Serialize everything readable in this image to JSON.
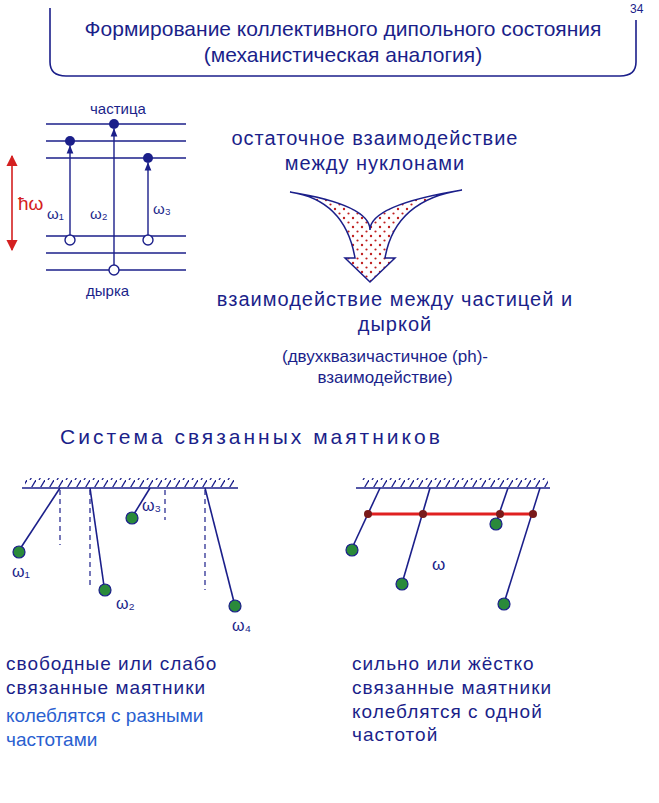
{
  "diagram": {
    "title": "Формирование коллективного дипольного состояния (механистическая аналогия)",
    "labels": [
      "34",
      "частица",
      "ħω",
      "ω₁",
      "ω₂",
      "ω₃",
      "дырка",
      "остаточное взаимодействие между нуклонами",
      "взаимодействие между частицей и дыркой",
      "(двухквазичастичное (ph)-взаимодействие)",
      "Система связанных маятников",
      "ω₁",
      "ω₂",
      "ω₃",
      "ω₄",
      "ω",
      "свободные или слабо связанные маятники",
      "колеблятся с разными частотами",
      "сильно или жёстко связанные маятники колеблятся с одной частотой"
    ]
  }
}
